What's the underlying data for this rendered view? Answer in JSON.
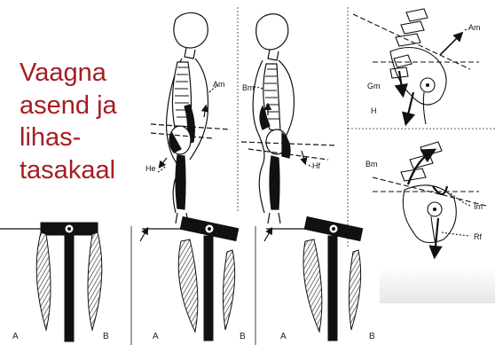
{
  "slide": {
    "title_lines": [
      "Vaagna",
      "asend ja",
      "lihas-",
      "tasakaal"
    ],
    "colors": {
      "title": "#a51d22",
      "ink": "#111111",
      "background": "#ffffff"
    }
  },
  "figures": {
    "posture_left": {
      "labels": {
        "am": "Am",
        "he": "He"
      }
    },
    "posture_middle": {
      "labels": {
        "bm": "Bm",
        "hf": "Hf"
      }
    },
    "pelvis_top": {
      "labels": {
        "am": "Am",
        "gm": "Gm",
        "h": "H"
      }
    },
    "pelvis_bottom": {
      "labels": {
        "bm": "Bm",
        "im": "Im",
        "rf": "Rf"
      }
    },
    "balance_1": {
      "labels": {
        "a": "A",
        "b": "B"
      }
    },
    "balance_2": {
      "labels": {
        "a": "A",
        "b": "B"
      }
    },
    "balance_3": {
      "labels": {
        "a": "A",
        "b": "B"
      }
    }
  }
}
